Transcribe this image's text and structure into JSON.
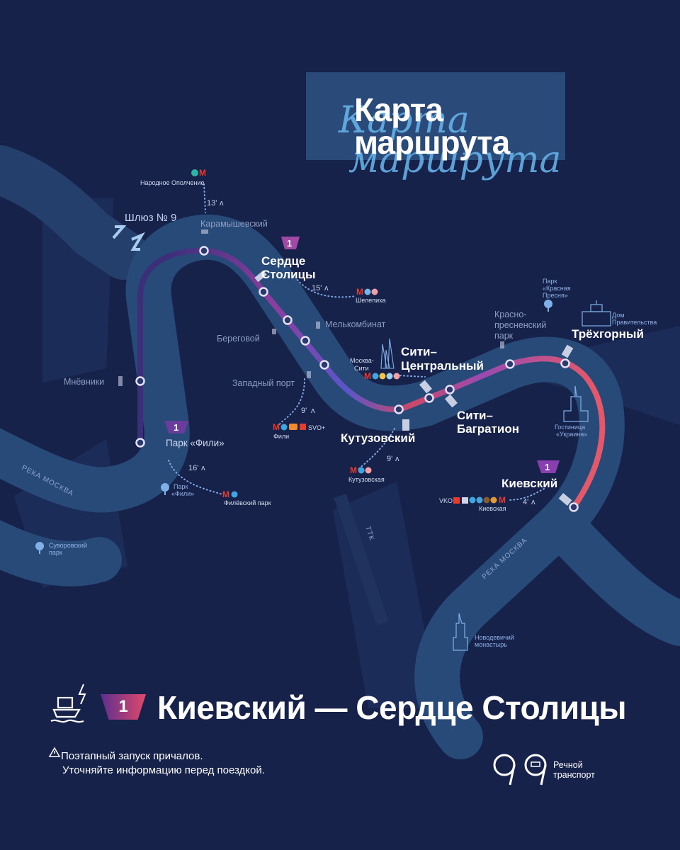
{
  "title": {
    "line1": "Карта",
    "line2": "маршрута",
    "handwritten1": "Карта",
    "handwritten2": "маршрута"
  },
  "route": {
    "number": "1",
    "title": "Киевский — Сердце Столицы"
  },
  "notice": {
    "line1": "Поэтапный запуск причалов.",
    "line2": "Уточняйте информацию перед поездкой."
  },
  "brand": {
    "line1": "Речной",
    "line2": "транспорт"
  },
  "piers": {
    "serdce_1": "Сердце",
    "serdce_2": "Столицы",
    "siti_central_1": "Сити–",
    "siti_central_2": "Центральный",
    "siti_bagration_1": "Сити–",
    "siti_bagration_2": "Багратион",
    "kutuzovsky": "Кутузовский",
    "kievsky": "Киевский",
    "trekhgorny": "Трёхгорный",
    "park_fili": "Парк «Фили»"
  },
  "minor_piers": {
    "karamyshevsky": "Карамышевский",
    "beregovoy": "Береговой",
    "melkombinat": "Мелькомбинат",
    "zapadny_port": "Западный порт",
    "mnevniki": "Мнёвники",
    "krasnopresnensky_1": "Красно-",
    "krasnopresnensky_2": "пресненский",
    "krasnopresnensky_3": "парк",
    "lock": "Шлюз № 9"
  },
  "stations": {
    "narodnoe": "Народное Ополчение",
    "shelepikha": "Шелепиха",
    "fili": "Фили",
    "filevsky_park": "Филёвский парк",
    "kutuzovskaya": "Кутузовская",
    "kievskaya": "Киевская",
    "moskva_siti_1": "Москва-",
    "moskva_siti_2": "Сити"
  },
  "walk_times": {
    "narodnoe": "13'",
    "shelepikha": "15'",
    "fili": "9'",
    "filevsky": "16'",
    "kutuzovskaya": "9'",
    "kievskaya": "4'"
  },
  "landmarks": {
    "park_fili_1": "Парк",
    "park_fili_2": "«Фили»",
    "suvorovsky_1": "Суворовский",
    "suvorovsky_2": "парк",
    "krasnaya_presnya_1": "Парк",
    "krasnaya_presnya_2": "«Красная",
    "krasnaya_presnya_3": "Пресня»",
    "dom_pravitelstva_1": "Дом",
    "dom_pravitelstva_2": "Правительства",
    "ukraina_1": "Гостиница",
    "ukraina_2": "«Украина»",
    "novodevichy_1": "Новодевичий",
    "novodevichy_2": "монастырь"
  },
  "river": {
    "label_left": "РЕКА МОСКВА",
    "label_right": "РЕКА МОСКВА",
    "ring_road": "ТТК"
  },
  "transfer_extras": {
    "svo": "SVO+",
    "vko": "VKO"
  },
  "colors": {
    "background": "#16224a",
    "river": "#274a78",
    "route_start": "#5b55c8",
    "route_end": "#e35a5a",
    "metro": "#e83b2e"
  }
}
